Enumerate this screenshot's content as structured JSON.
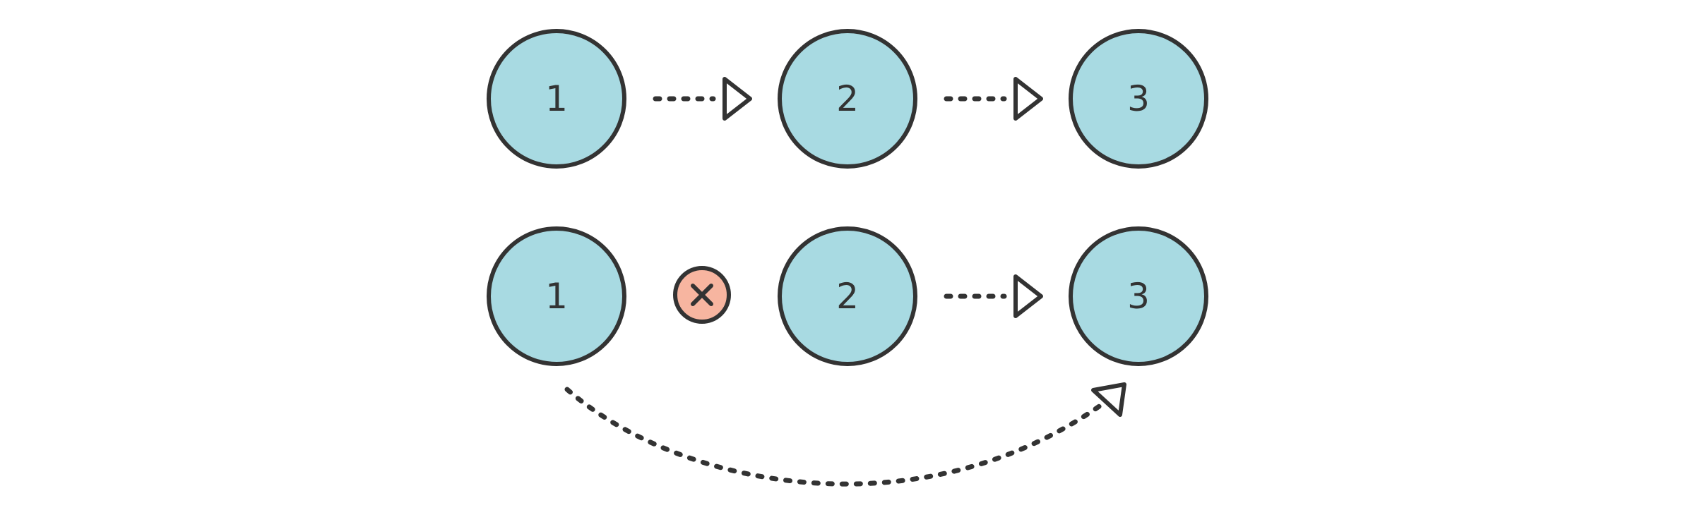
{
  "colors": {
    "node_fill": "#a8dae2",
    "outline": "#333333",
    "blocked_fill": "#f7b5a0",
    "background": "#ffffff"
  },
  "rows": [
    {
      "nodes": [
        {
          "label": "1"
        },
        {
          "label": "2"
        },
        {
          "label": "3"
        }
      ],
      "links": [
        {
          "from": "1",
          "to": "2",
          "status": "connected"
        },
        {
          "from": "2",
          "to": "3",
          "status": "connected"
        }
      ]
    },
    {
      "nodes": [
        {
          "label": "1"
        },
        {
          "label": "2"
        },
        {
          "label": "3"
        }
      ],
      "links": [
        {
          "from": "1",
          "to": "2",
          "status": "blocked",
          "icon": "x-icon"
        },
        {
          "from": "2",
          "to": "3",
          "status": "connected"
        },
        {
          "from": "1",
          "to": "3",
          "status": "connected",
          "style": "curved-arc"
        }
      ]
    }
  ]
}
